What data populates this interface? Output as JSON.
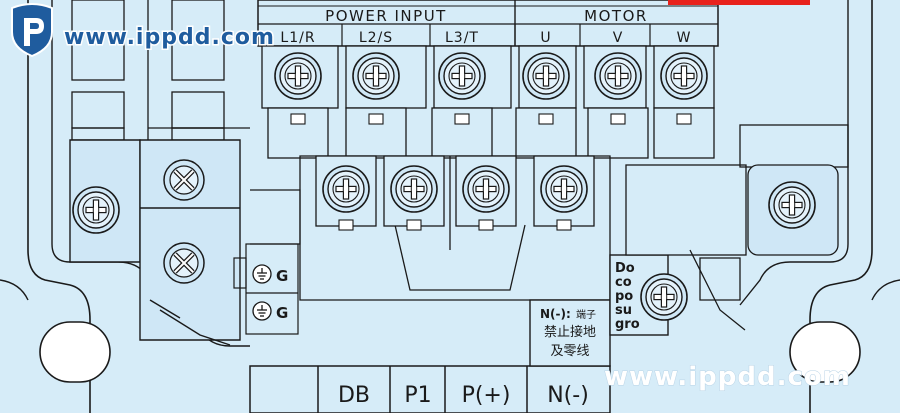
{
  "watermark": {
    "top_text": "www.ippdd.com",
    "bottom_text": "www.ippdd.com"
  },
  "header": {
    "power_input": "POWER INPUT",
    "motor": "MOTOR",
    "terminals": [
      "L1/R",
      "L2/S",
      "L3/T",
      "U",
      "V",
      "W"
    ]
  },
  "ground": {
    "label_1": "G",
    "label_2": "G"
  },
  "bottom": {
    "labels": [
      "DB",
      "P1",
      "P(+)",
      "N(-)"
    ]
  },
  "warning_cn": {
    "line1_prefix": "N(-):",
    "line1_suffix": "端子",
    "line2": "禁止接地",
    "line3": "及零线"
  },
  "warning_en": {
    "lines": [
      "Do",
      "co",
      "po",
      "su",
      "gro"
    ]
  },
  "colors": {
    "panel": "#d6ecf8",
    "line": "#1a1a1a",
    "watermark_blue": "#1f5c9e",
    "watermark_white": "#ffffff",
    "red_mark": "#e8221c"
  },
  "icons": [
    "screw-terminal-icon",
    "earth-ground-icon",
    "logo-icon"
  ]
}
